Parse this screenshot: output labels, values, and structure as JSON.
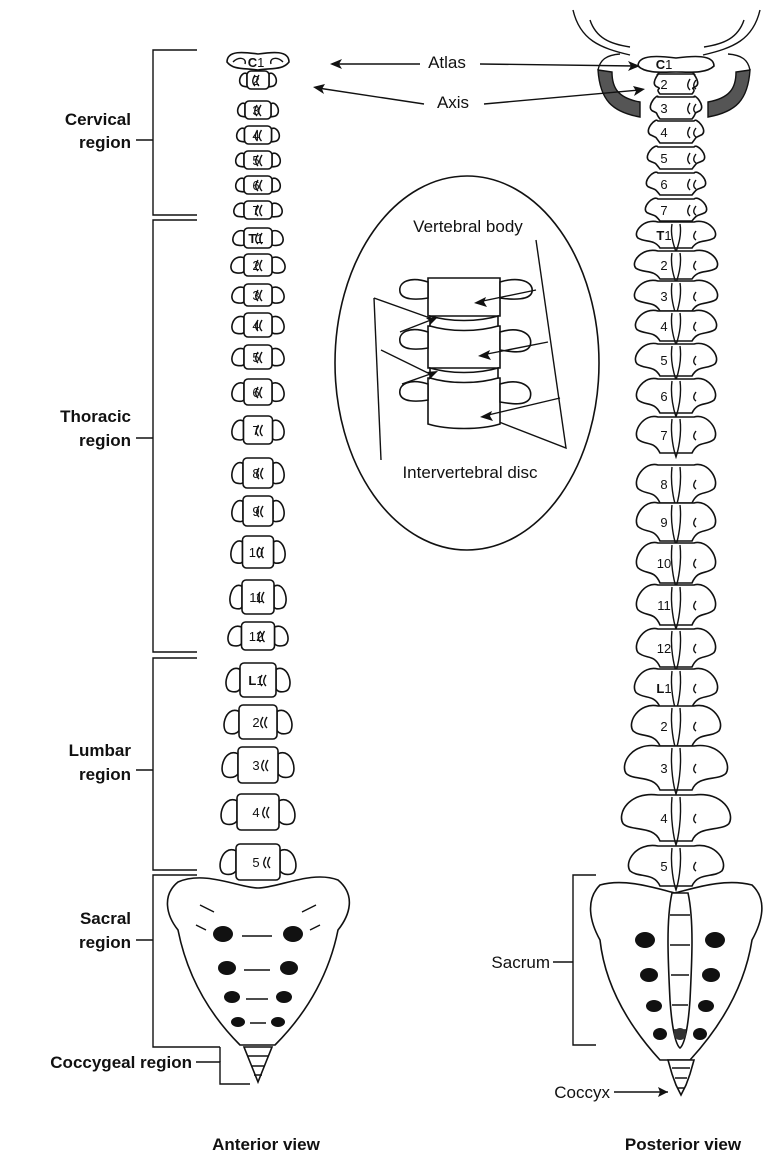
{
  "labels": {
    "atlas": "Atlas",
    "axis": "Axis",
    "vertebral_body": "Vertebral body",
    "intervertebral_disc": "Intervertebral disc",
    "sacrum": "Sacrum",
    "coccyx": "Coccyx"
  },
  "regions": {
    "cervical": [
      "Cervical",
      "region"
    ],
    "thoracic": [
      "Thoracic",
      "region"
    ],
    "lumbar": [
      "Lumbar",
      "region"
    ],
    "sacral": [
      "Sacral",
      "region"
    ],
    "coccygeal": "Coccygeal region"
  },
  "views": {
    "anterior": "Anterior view",
    "posterior": "Posterior view"
  },
  "anterior_vertebrae": [
    {
      "name": "C1",
      "prefix": "C",
      "num": "1"
    },
    {
      "name": "C2",
      "prefix": "",
      "num": "2"
    },
    {
      "name": "C3",
      "prefix": "",
      "num": "3"
    },
    {
      "name": "C4",
      "prefix": "",
      "num": "4"
    },
    {
      "name": "C5",
      "prefix": "",
      "num": "5"
    },
    {
      "name": "C6",
      "prefix": "",
      "num": "6"
    },
    {
      "name": "C7",
      "prefix": "",
      "num": "7"
    },
    {
      "name": "T1",
      "prefix": "T",
      "num": "1"
    },
    {
      "name": "T2",
      "prefix": "",
      "num": "2"
    },
    {
      "name": "T3",
      "prefix": "",
      "num": "3"
    },
    {
      "name": "T4",
      "prefix": "",
      "num": "4"
    },
    {
      "name": "T5",
      "prefix": "",
      "num": "5"
    },
    {
      "name": "T6",
      "prefix": "",
      "num": "6"
    },
    {
      "name": "T7",
      "prefix": "",
      "num": "7"
    },
    {
      "name": "T8",
      "prefix": "",
      "num": "8"
    },
    {
      "name": "T9",
      "prefix": "",
      "num": "9"
    },
    {
      "name": "T10",
      "prefix": "",
      "num": "10"
    },
    {
      "name": "T11",
      "prefix": "",
      "num": "11"
    },
    {
      "name": "T12",
      "prefix": "",
      "num": "12"
    },
    {
      "name": "L1",
      "prefix": "L",
      "num": "1"
    },
    {
      "name": "L2",
      "prefix": "",
      "num": "2"
    },
    {
      "name": "L3",
      "prefix": "",
      "num": "3"
    },
    {
      "name": "L4",
      "prefix": "",
      "num": "4"
    },
    {
      "name": "L5",
      "prefix": "",
      "num": "5"
    }
  ],
  "posterior_vertebrae": [
    {
      "name": "C1",
      "prefix": "C",
      "num": "1"
    },
    {
      "name": "C2",
      "prefix": "",
      "num": "2"
    },
    {
      "name": "C3",
      "prefix": "",
      "num": "3"
    },
    {
      "name": "C4",
      "prefix": "",
      "num": "4"
    },
    {
      "name": "C5",
      "prefix": "",
      "num": "5"
    },
    {
      "name": "C6",
      "prefix": "",
      "num": "6"
    },
    {
      "name": "C7",
      "prefix": "",
      "num": "7"
    },
    {
      "name": "T1",
      "prefix": "T",
      "num": "1"
    },
    {
      "name": "T2",
      "prefix": "",
      "num": "2"
    },
    {
      "name": "T3",
      "prefix": "",
      "num": "3"
    },
    {
      "name": "T4",
      "prefix": "",
      "num": "4"
    },
    {
      "name": "T5",
      "prefix": "",
      "num": "5"
    },
    {
      "name": "T6",
      "prefix": "",
      "num": "6"
    },
    {
      "name": "T7",
      "prefix": "",
      "num": "7"
    },
    {
      "name": "T8",
      "prefix": "",
      "num": "8"
    },
    {
      "name": "T9",
      "prefix": "",
      "num": "9"
    },
    {
      "name": "T10",
      "prefix": "",
      "num": "10"
    },
    {
      "name": "T11",
      "prefix": "",
      "num": "11"
    },
    {
      "name": "T12",
      "prefix": "",
      "num": "12"
    },
    {
      "name": "L1",
      "prefix": "L",
      "num": "1"
    },
    {
      "name": "L2",
      "prefix": "",
      "num": "2"
    },
    {
      "name": "L3",
      "prefix": "",
      "num": "3"
    },
    {
      "name": "L4",
      "prefix": "",
      "num": "4"
    },
    {
      "name": "L5",
      "prefix": "",
      "num": "5"
    }
  ],
  "colors": {
    "ink": "#111111",
    "shade": "#555555",
    "paper": "#ffffff"
  }
}
